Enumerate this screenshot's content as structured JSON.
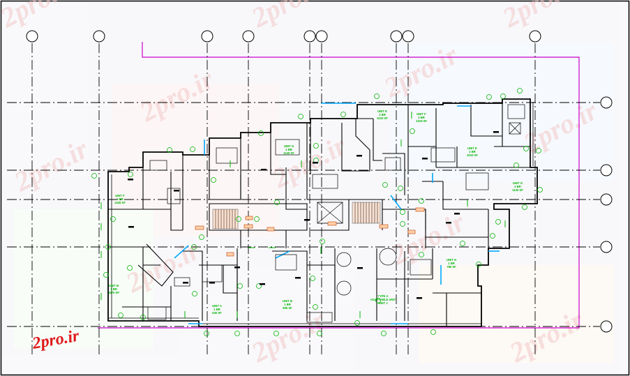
{
  "drawing": {
    "colors": {
      "background": "#fbfbfb",
      "walls": "#000000",
      "grid_lines": "#000000",
      "property_line": "#cc00cc",
      "labels": "#00b400",
      "dimension_marks": "#00b400",
      "glazing": "#00a8ff",
      "stair_fill": "#ffc8a0",
      "watermark": "#f2c8c8"
    },
    "units": [
      {
        "name": "UNIT F",
        "line2": "3 BR",
        "line3": "1345 SF"
      },
      {
        "name": "UNIT G",
        "line2": "2 BR",
        "line3": "1130 SF"
      },
      {
        "name": "UNIT E",
        "line2": "2 BR",
        "line3": "1010 SF"
      },
      {
        "name": "UNIT F",
        "line2": "3 BR",
        "line3": "1315 SF"
      },
      {
        "name": "UNIT E",
        "line2": "2 BR",
        "line3": "1010 SF"
      },
      {
        "name": "UNIT G",
        "line2": "2 BR",
        "line3": "1130 SF"
      },
      {
        "name": "UNIT B",
        "line2": "1 BR",
        "line3": "1070 SF"
      },
      {
        "name": "UNIT A",
        "line2": "1 BR",
        "line3": "630 SF"
      },
      {
        "name": "UNIT B",
        "line2": "1 BR",
        "line3": "805 SF"
      },
      {
        "name": "TYPE A",
        "line2": "ADAPTABLE UNIT",
        "line3": "UNIT J"
      },
      {
        "name": "UNIT H",
        "line2": "1 BR",
        "line3": "780 SF"
      }
    ],
    "watermark_text": "2pro.ir",
    "logo": {
      "main": "2pro",
      "dot": ".",
      "tld": "ir"
    }
  }
}
